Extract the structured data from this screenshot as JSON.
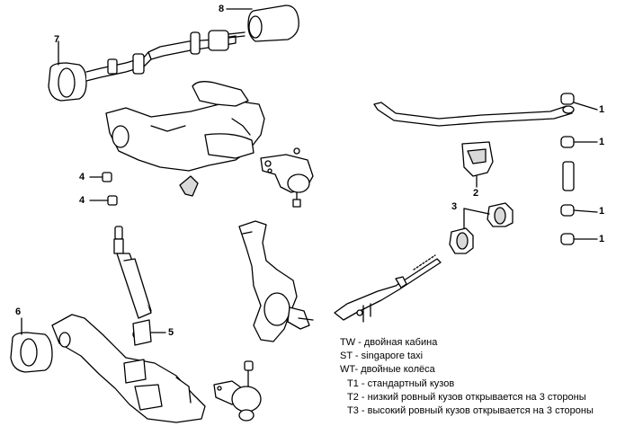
{
  "callouts": {
    "c8": "8",
    "c7": "7",
    "c4a": "4",
    "c4b": "4",
    "c6": "6",
    "c5": "5",
    "c2": "2",
    "c3": "3",
    "c1a": "1",
    "c1b": "1",
    "c1c": "1",
    "c1d": "1"
  },
  "legend": [
    {
      "code": "TW",
      "sep": " - ",
      "text": "двойная кабина"
    },
    {
      "code": "ST",
      "sep": " - ",
      "text": "singapore taxi"
    },
    {
      "code": "WT",
      "sep": "- ",
      "text": "двойные колёса"
    },
    {
      "code": "T1",
      "sep": " - ",
      "text": "стандартный кузов"
    },
    {
      "code": "T2",
      "sep": " - ",
      "text": "низкий ровный кузов открывается на 3 стороны"
    },
    {
      "code": "T3",
      "sep": " -  ",
      "text": "высокий  ровный кузов открывается на 3 стороны"
    }
  ],
  "colors": {
    "line": "#000000",
    "fill": "#ffffff",
    "shade": "#d9d9d9"
  }
}
